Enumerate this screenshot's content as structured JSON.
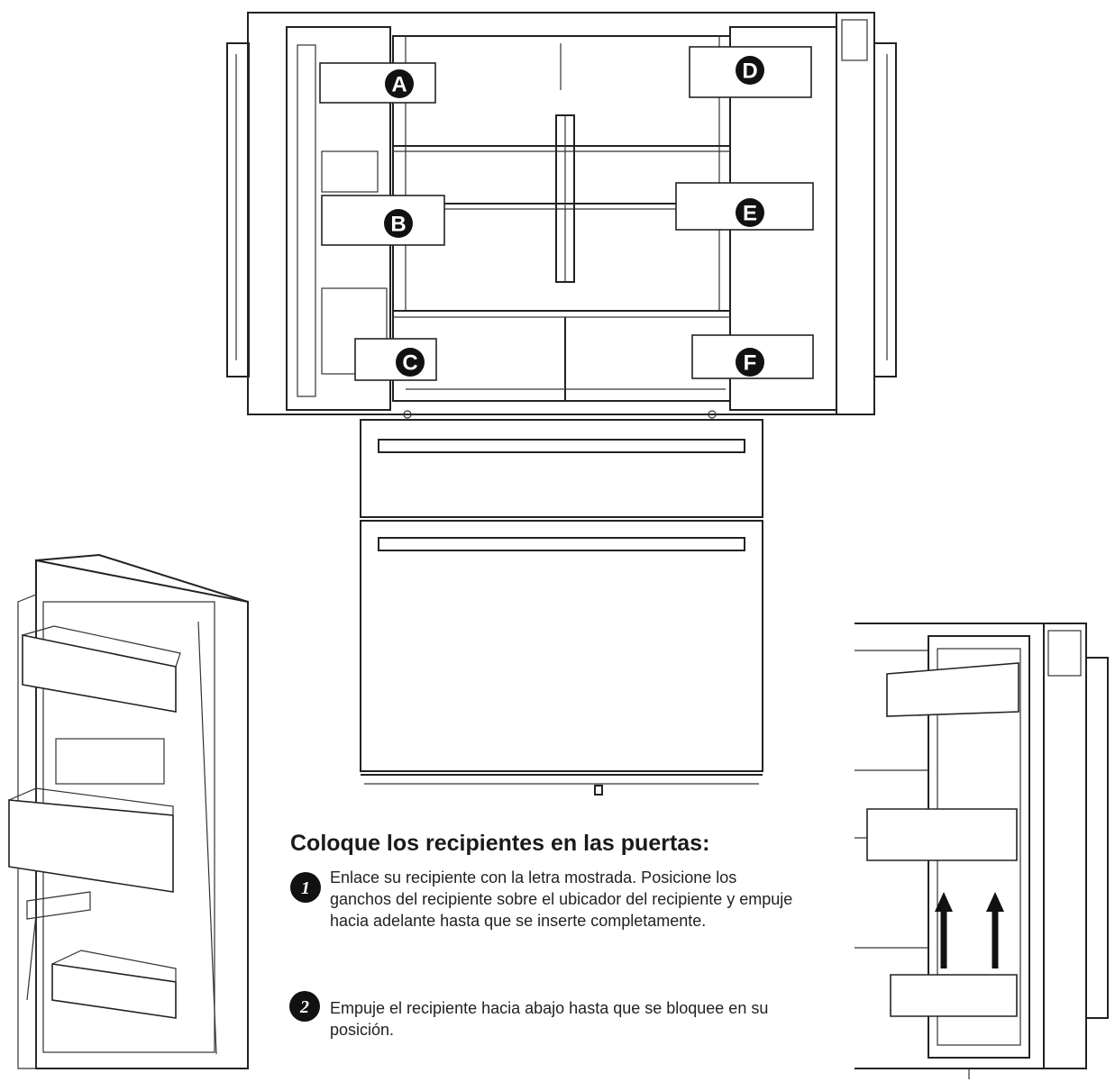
{
  "badges": [
    "A",
    "B",
    "C",
    "D",
    "E",
    "F"
  ],
  "instructions": {
    "title": "Coloque los recipientes en las puertas:",
    "steps": [
      {
        "number": "1",
        "text": "Enlace su recipiente con la letra mostrada. Posicione los ganchos del recipiente sobre el ubicador del recipiente y empuje hacia adelante hasta que se inserte completamente."
      },
      {
        "number": "2",
        "text": "Empuje el recipiente hacia abajo hasta que se bloquee en su posición."
      }
    ]
  }
}
